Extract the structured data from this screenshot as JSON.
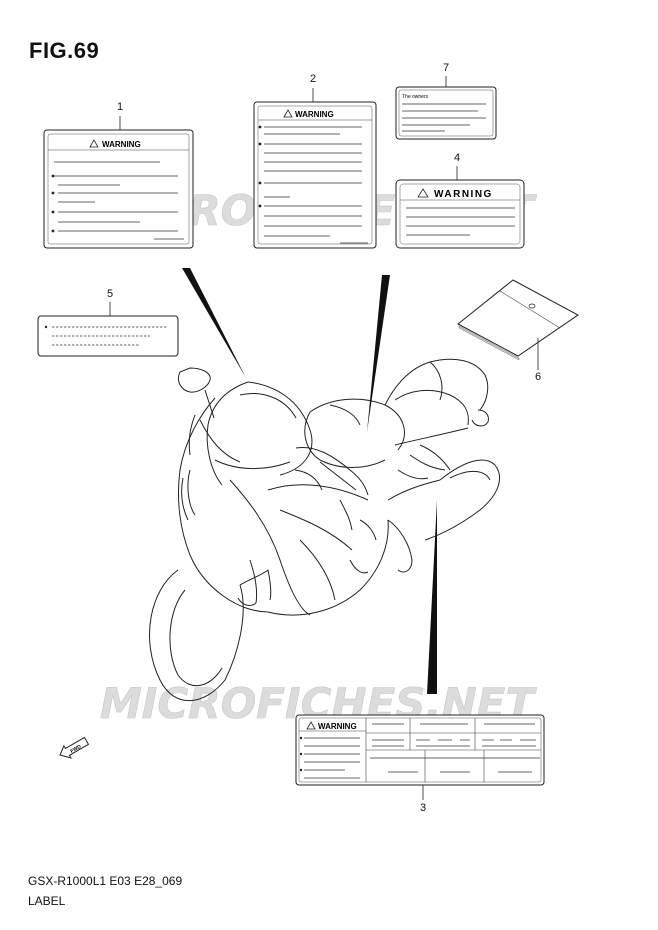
{
  "figure": {
    "title": "FIG.69",
    "code": "GSX-R1000L1 E03 E28_069",
    "label": "LABEL"
  },
  "watermark": "MICROFICHES.NET",
  "callouts": [
    "1",
    "2",
    "3",
    "4",
    "5",
    "6",
    "7"
  ],
  "labels": {
    "warning_text": "WARNING",
    "owners_text": "The owners",
    "fwd_text": "FWD"
  },
  "colors": {
    "line": "#222222",
    "watermark": "#d9d9d9"
  }
}
